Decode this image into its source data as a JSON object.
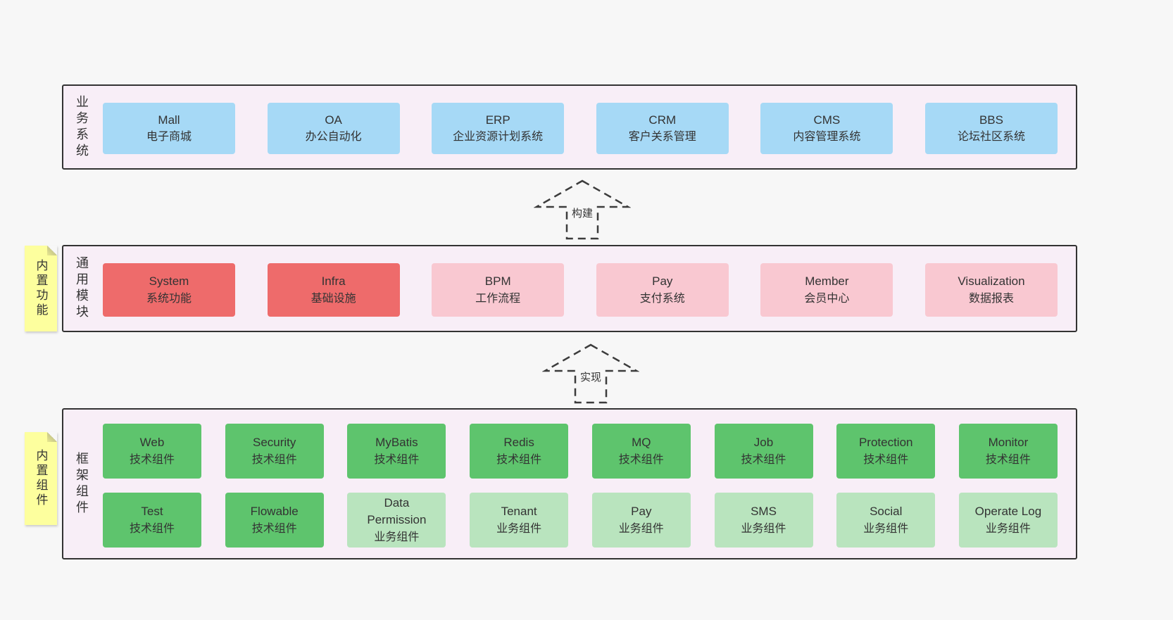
{
  "colors": {
    "page-bg": "#f7f7f7",
    "panel-bg": "#f8eef7",
    "panel-border": "#333333",
    "blue": "#a6d9f6",
    "red": "#ee6b6b",
    "pink": "#f9c8d1",
    "green-dark": "#5ec46d",
    "green-light": "#b9e4be",
    "note-bg": "#fdff9e",
    "text": "#333333"
  },
  "panels": {
    "business": {
      "side_label": "业务系统",
      "items": [
        {
          "title": "Mall",
          "subtitle": "电子商城"
        },
        {
          "title": "OA",
          "subtitle": "办公自动化"
        },
        {
          "title": "ERP",
          "subtitle": "企业资源计划系统"
        },
        {
          "title": "CRM",
          "subtitle": "客户关系管理"
        },
        {
          "title": "CMS",
          "subtitle": "内容管理系统"
        },
        {
          "title": "BBS",
          "subtitle": "论坛社区系统"
        }
      ]
    },
    "modules": {
      "side_label": "通用模块",
      "note": "内置功能",
      "items": [
        {
          "title": "System",
          "subtitle": "系统功能"
        },
        {
          "title": "Infra",
          "subtitle": "基础设施"
        },
        {
          "title": "BPM",
          "subtitle": "工作流程"
        },
        {
          "title": "Pay",
          "subtitle": "支付系统"
        },
        {
          "title": "Member",
          "subtitle": "会员中心"
        },
        {
          "title": "Visualization",
          "subtitle": "数据报表"
        }
      ]
    },
    "components": {
      "side_label": "框架组件",
      "note": "内置组件",
      "row1": [
        {
          "title": "Web",
          "subtitle": "技术组件"
        },
        {
          "title": "Security",
          "subtitle": "技术组件"
        },
        {
          "title": "MyBatis",
          "subtitle": "技术组件"
        },
        {
          "title": "Redis",
          "subtitle": "技术组件"
        },
        {
          "title": "MQ",
          "subtitle": "技术组件"
        },
        {
          "title": "Job",
          "subtitle": "技术组件"
        },
        {
          "title": "Protection",
          "subtitle": "技术组件"
        },
        {
          "title": "Monitor",
          "subtitle": "技术组件"
        }
      ],
      "row2": [
        {
          "title": "Test",
          "subtitle": "技术组件"
        },
        {
          "title": "Flowable",
          "subtitle": "技术组件"
        },
        {
          "title": "Data Permission",
          "subtitle": "业务组件"
        },
        {
          "title": "Tenant",
          "subtitle": "业务组件"
        },
        {
          "title": "Pay",
          "subtitle": "业务组件"
        },
        {
          "title": "SMS",
          "subtitle": "业务组件"
        },
        {
          "title": "Social",
          "subtitle": "业务组件"
        },
        {
          "title": "Operate Log",
          "subtitle": "业务组件"
        }
      ]
    }
  },
  "arrows": {
    "build": "构建",
    "implement": "实现"
  }
}
